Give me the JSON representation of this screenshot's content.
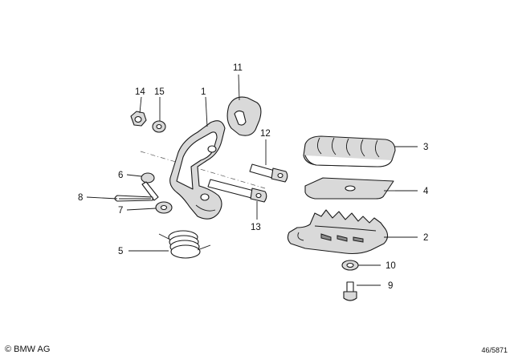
{
  "callouts": [
    "1",
    "2",
    "3",
    "4",
    "5",
    "6",
    "7",
    "8",
    "9",
    "10",
    "11",
    "12",
    "13",
    "14",
    "15"
  ],
  "footer": {
    "copyright": "© BMW AG",
    "ref_code": "46/5871"
  }
}
